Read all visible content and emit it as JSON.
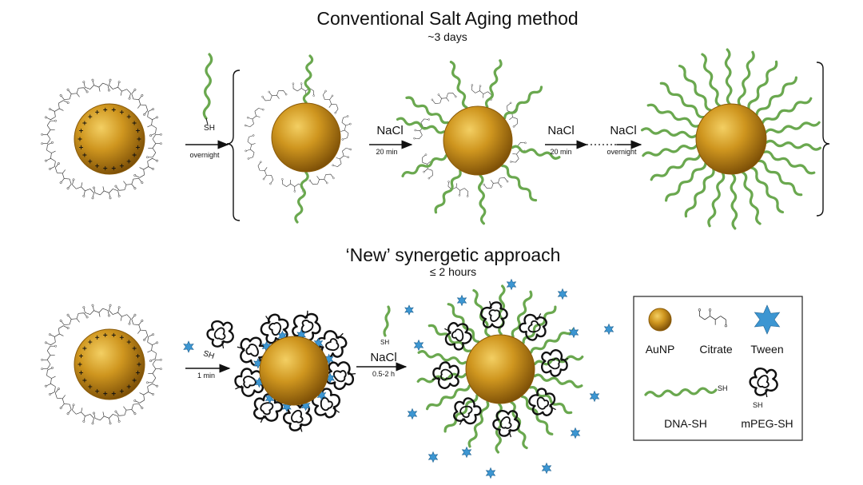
{
  "conventional": {
    "title": "Conventional Salt Aging method",
    "duration": "~3 days",
    "step1_reagent": "SH",
    "step1_condition": "overnight",
    "step2_reagent": "NaCl",
    "step2_condition": "20 min",
    "step3_reagent": "NaCl",
    "step3_condition": "20 min",
    "step4_reagent": "NaCl",
    "step4_condition": "overnight"
  },
  "synergetic": {
    "title": "‘New’ synergetic approach",
    "duration": "≤ 2 hours",
    "step1_reagent": "SH",
    "step1_condition": "1 min",
    "step2_reagent_sh": "SH",
    "step2_reagent": "NaCl",
    "step2_condition": "0.5-2 h"
  },
  "legend": {
    "aunp": "AuNP",
    "citrate": "Citrate",
    "tween": "Tween",
    "dna_sh": "DNA-SH",
    "dna_sh_terminal": "SH",
    "mpeg_sh": "mPEG-SH",
    "mpeg_sh_terminal": "SH"
  },
  "colors": {
    "gold": "#c8901a",
    "gold_dark": "#8a5a08",
    "dna_green": "#6aa84f",
    "tween_blue": "#3c96d2"
  }
}
